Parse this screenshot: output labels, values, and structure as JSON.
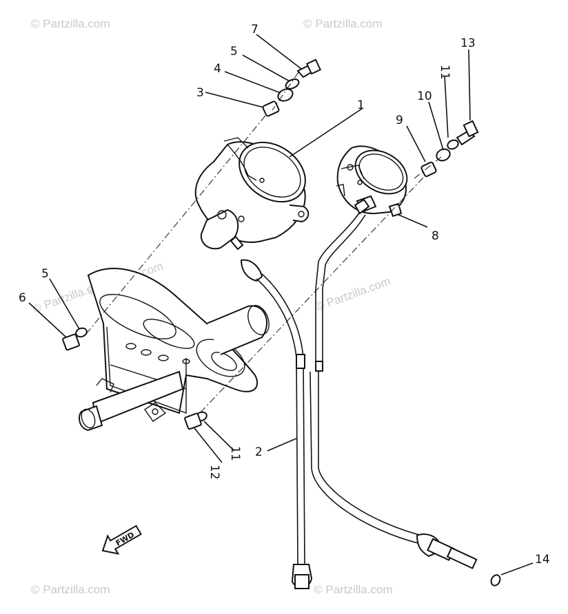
{
  "watermark": {
    "text": "© Partzilla.com",
    "instances": [
      "wm-top-left",
      "wm-top-center",
      "wm-mid-left",
      "wm-mid-center",
      "wm-mid-right",
      "wm-bottom-left",
      "wm-bottom-center"
    ]
  },
  "fwd_label": "FWD",
  "callouts": [
    {
      "id": "c1",
      "label": "1"
    },
    {
      "id": "c2",
      "label": "2"
    },
    {
      "id": "c3",
      "label": "3"
    },
    {
      "id": "c4",
      "label": "4"
    },
    {
      "id": "c5a",
      "label": "5"
    },
    {
      "id": "c5b",
      "label": "5"
    },
    {
      "id": "c6",
      "label": "6"
    },
    {
      "id": "c7",
      "label": "7"
    },
    {
      "id": "c8",
      "label": "8"
    },
    {
      "id": "c9",
      "label": "9"
    },
    {
      "id": "c10",
      "label": "10"
    },
    {
      "id": "c11a",
      "label": "11"
    },
    {
      "id": "c11b",
      "label": "11"
    },
    {
      "id": "c12",
      "label": "12"
    },
    {
      "id": "c13",
      "label": "13"
    },
    {
      "id": "c14",
      "label": "14"
    }
  ]
}
